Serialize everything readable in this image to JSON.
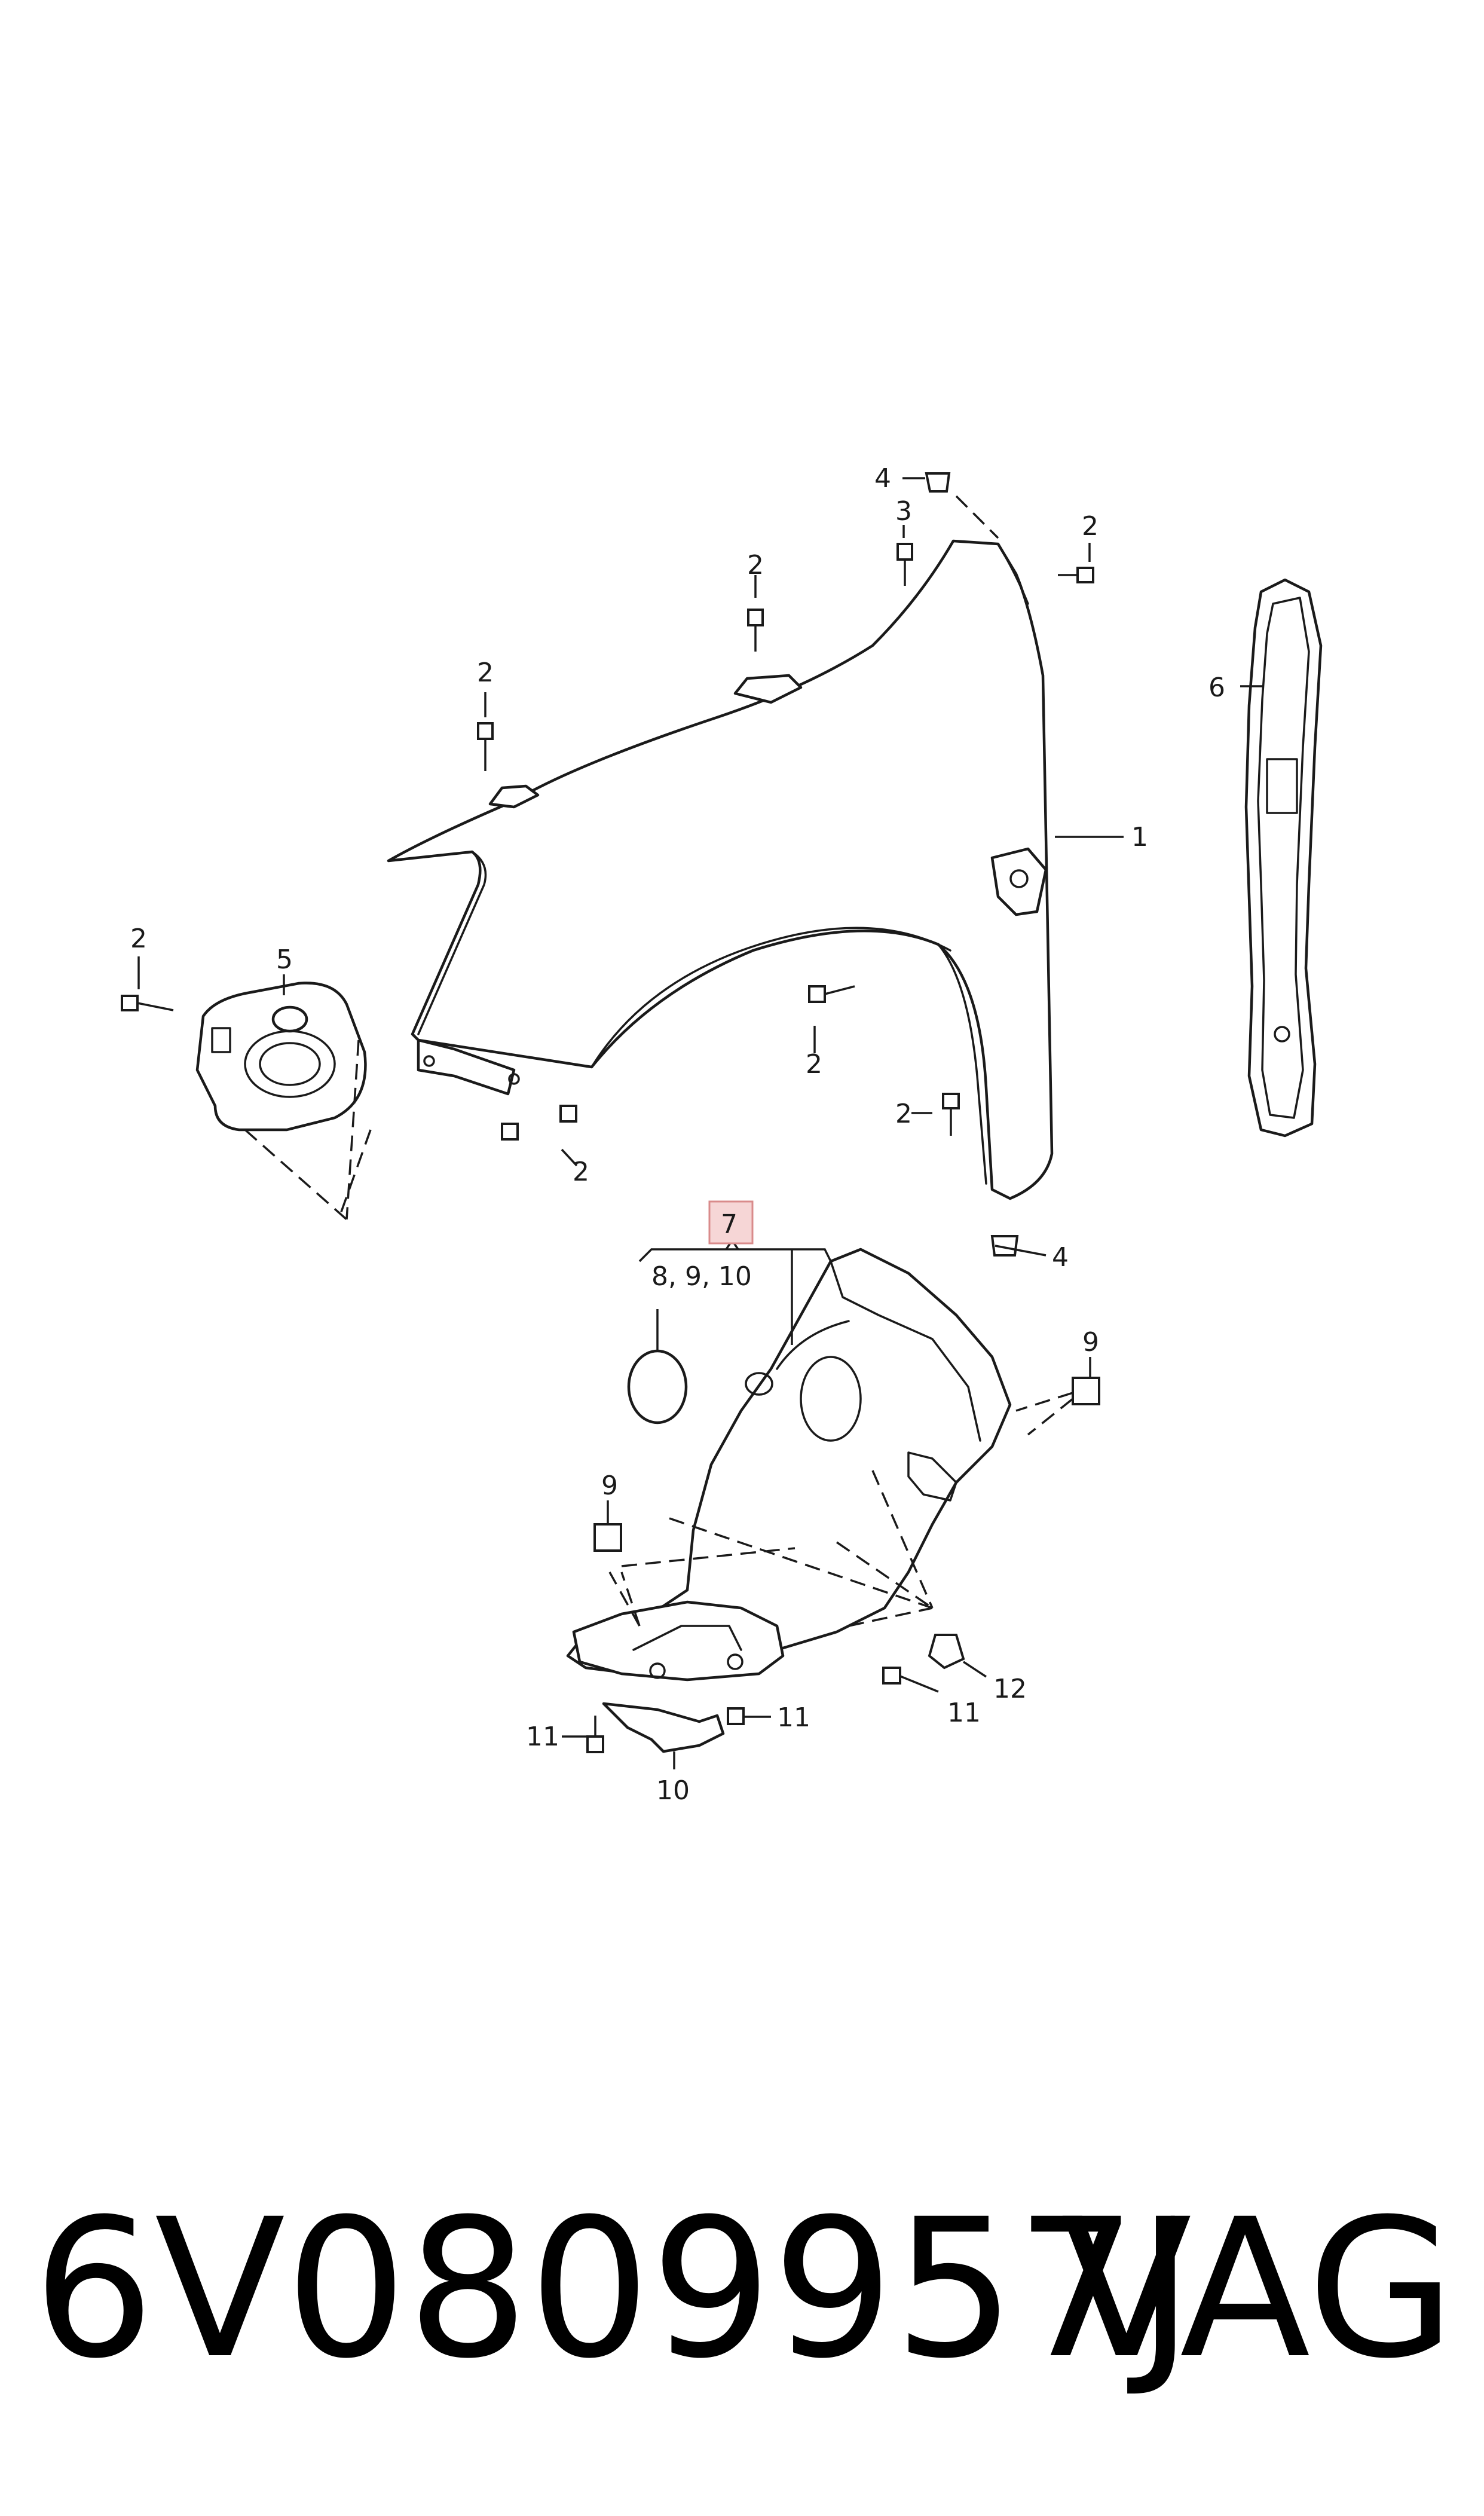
{
  "diagram": {
    "callouts": {
      "c1": "1",
      "c2a": "2",
      "c2b": "2",
      "c2c": "2",
      "c2d": "2",
      "c2e": "2",
      "c2f": "2",
      "c2g": "2",
      "c3": "3",
      "c4a": "4",
      "c4b": "4",
      "c5": "5",
      "c6": "6",
      "c7": "7",
      "c8910": "8, 9, 10",
      "c9a": "9",
      "c9b": "9",
      "c10": "10",
      "c11a": "11",
      "c11b": "11",
      "c11c": "11",
      "c12": "12"
    },
    "highlighted_callout": "7",
    "highlight_color": "#f6d6d6"
  },
  "footer": {
    "part_number": "6V0809957J",
    "brand": "VAG"
  }
}
